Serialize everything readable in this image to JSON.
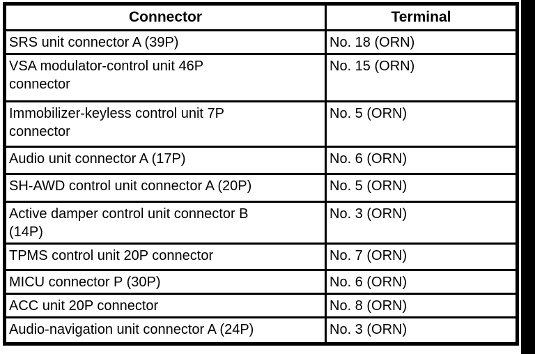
{
  "colors": {
    "ink": "#000000",
    "paper": "#ffffff"
  },
  "table": {
    "columns": [
      {
        "label": "Connector"
      },
      {
        "label": "Terminal"
      }
    ],
    "rows": [
      {
        "connector": "SRS unit connector A (39P)",
        "terminal": "No. 18 (ORN)"
      },
      {
        "connector": "VSA modulator-control unit 46P\nconnector",
        "terminal": "No. 15 (ORN)"
      },
      {
        "connector": "Immobilizer-keyless control unit 7P\nconnector",
        "terminal": "No. 5 (ORN)"
      },
      {
        "connector": "Audio unit connector A (17P)",
        "terminal": "No. 6 (ORN)"
      },
      {
        "connector": "SH-AWD control unit connector A (20P)",
        "terminal": "No. 5 (ORN)"
      },
      {
        "connector": "Active damper control unit connector B\n(14P)",
        "terminal": "No. 3 (ORN)"
      },
      {
        "connector": "TPMS control unit 20P connector",
        "terminal": "No. 7 (ORN)"
      },
      {
        "connector": "MICU connector P (30P)",
        "terminal": "No. 6 (ORN)"
      },
      {
        "connector": "ACC unit 20P connector",
        "terminal": "No. 8 (ORN)"
      },
      {
        "connector": "Audio-navigation unit connector A (24P)",
        "terminal": "No. 3 (ORN)"
      }
    ]
  }
}
